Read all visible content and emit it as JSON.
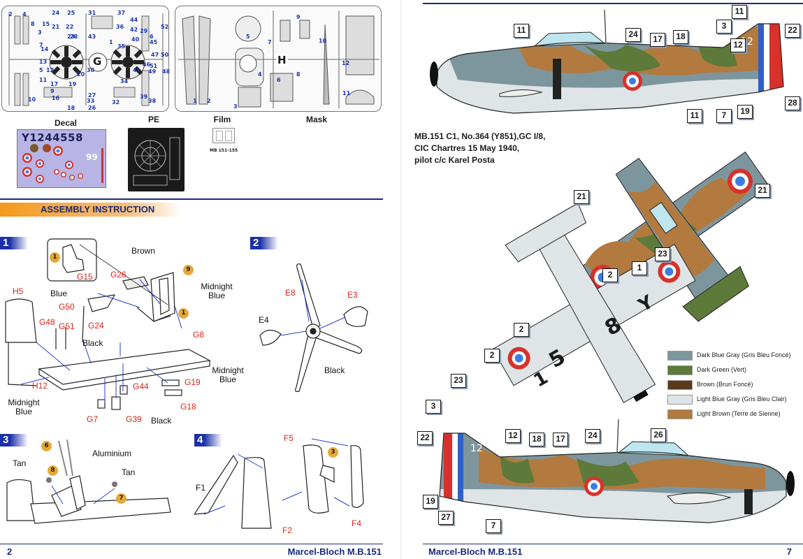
{
  "left_page": {
    "sprues": {
      "sprue_a_numbers": [
        "24",
        "25",
        "31",
        "37",
        "2",
        "4",
        "8",
        "15",
        "21",
        "22",
        "3",
        "28",
        "44",
        "7",
        "42",
        "43",
        "29",
        "36",
        "14",
        "1",
        "6",
        "11",
        "20",
        "35",
        "40",
        "45",
        "52",
        "50",
        "13",
        "5",
        "30",
        "12",
        "33",
        "41",
        "49",
        "34",
        "48",
        "9",
        "17",
        "19",
        "39",
        "10",
        "16",
        "18",
        "26",
        "27",
        "32",
        "38",
        "23",
        "46",
        "47",
        "51"
      ],
      "sprue_a_letter": "G",
      "sprue_b_numbers": [
        "9",
        "5",
        "7",
        "10",
        "8",
        "6",
        "4",
        "12",
        "11",
        "2",
        "1",
        "3"
      ],
      "sprue_b_letter": "H"
    },
    "parts_captions": {
      "decal": "Decal",
      "pe": "PE",
      "film": "Film",
      "mask": "Mask"
    },
    "decal_sheet": {
      "serial": "Y1244558",
      "side_number": "99"
    },
    "mask_label": "MB 151-155",
    "section_header": "ASSEMBLY INSTRUCTION",
    "steps": [
      {
        "number": "1",
        "labels": [
          {
            "text": "G15",
            "color": "red"
          },
          {
            "text": "G26",
            "color": "red"
          },
          {
            "text": "H5",
            "color": "red"
          },
          {
            "text": "G50",
            "color": "red"
          },
          {
            "text": "G48",
            "color": "red"
          },
          {
            "text": "G51",
            "color": "red"
          },
          {
            "text": "G24",
            "color": "red"
          },
          {
            "text": "G8",
            "color": "red"
          },
          {
            "text": "H12",
            "color": "red"
          },
          {
            "text": "G44",
            "color": "red"
          },
          {
            "text": "G19",
            "color": "red"
          },
          {
            "text": "G18",
            "color": "red"
          },
          {
            "text": "G7",
            "color": "red"
          },
          {
            "text": "G39",
            "color": "red"
          }
        ],
        "paint_notes": [
          "Brown",
          "Midnight Blue",
          "Blue",
          "Black",
          "Midnight Blue",
          "Midnight Blue",
          "Black"
        ],
        "circle_refs": [
          "1",
          "9",
          "1"
        ]
      },
      {
        "number": "2",
        "labels": [
          {
            "text": "E8",
            "color": "red"
          },
          {
            "text": "E3",
            "color": "red"
          },
          {
            "text": "E4",
            "color": "black"
          }
        ],
        "paint_notes": [
          "Black"
        ]
      },
      {
        "number": "3",
        "paint_notes": [
          "Aluminium",
          "Tan",
          "Tan"
        ],
        "circle_refs": [
          "6",
          "8",
          "7"
        ]
      },
      {
        "number": "4",
        "labels": [
          {
            "text": "F5",
            "color": "red"
          },
          {
            "text": "F1",
            "color": "black"
          },
          {
            "text": "F2",
            "color": "red"
          },
          {
            "text": "F4",
            "color": "red"
          }
        ],
        "circle_refs": [
          "3"
        ]
      }
    ],
    "footer": {
      "page_number": "2",
      "title": "Marcel-Bloch M.B.151"
    }
  },
  "right_page": {
    "scheme_caption": {
      "line1": "MB.151 C1, No.364 (Y851),GC I/8,",
      "line2": "CIC Chartres 15 May 1940,",
      "line3": "pilot c/c Karel Posta"
    },
    "callouts_top_profile": [
      "11",
      "24",
      "17",
      "18",
      "3",
      "11",
      "12",
      "22",
      "11",
      "7",
      "19",
      "28"
    ],
    "callouts_planform": [
      "21",
      "21",
      "23",
      "2",
      "1",
      "2",
      "2",
      "23"
    ],
    "callouts_bottom_profile": [
      "3",
      "22",
      "12",
      "18",
      "17",
      "24",
      "26",
      "19",
      "27",
      "7"
    ],
    "fuselage_codes": {
      "underside_letter": "Y",
      "underside_number_right": "8",
      "underside_number_left": "5",
      "underside_number_left2": "1",
      "tail_number": "12"
    },
    "legend": [
      {
        "label": "Dark Blue Gray (Gris Bleu Foncé)",
        "color": "#7d969e"
      },
      {
        "label": "Dark Green (Vert)",
        "color": "#5d7a3a"
      },
      {
        "label": "Brown (Brun Foncé)",
        "color": "#5a3a1a"
      },
      {
        "label": "Light Blue Gray (Gris Bleu Clair)",
        "color": "#dfe4e6"
      },
      {
        "label": "Light Brown (Terre de Sienne)",
        "color": "#b27a3e"
      }
    ],
    "colors": {
      "roundel_red": "#d8312b",
      "roundel_blue": "#3a7fe0",
      "header_blue": "#1a2a7a",
      "accent_orange": "#f39a1d"
    },
    "footer": {
      "title": "Marcel-Bloch M.B.151",
      "page_number": "7"
    }
  }
}
